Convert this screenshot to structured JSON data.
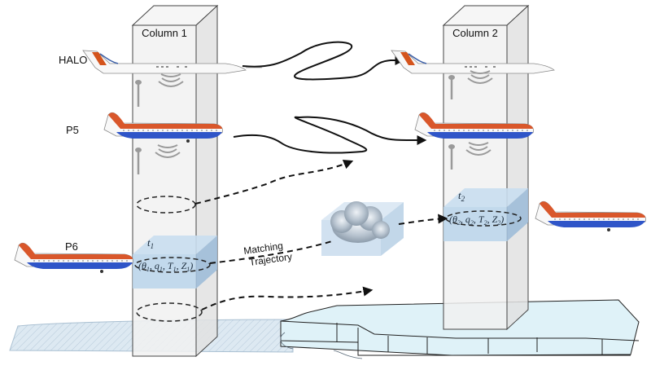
{
  "figure": {
    "columns": [
      {
        "label": "Column 1",
        "time_label": "t",
        "time_subscript": "1"
      },
      {
        "label": "Column 2",
        "time_label": "t",
        "time_subscript": "2"
      }
    ],
    "aircraft": [
      {
        "label": "HALO"
      },
      {
        "label": "P5"
      },
      {
        "label": "P6"
      }
    ],
    "state_vectors": [
      {
        "theta": "θ",
        "q": "q",
        "T": "T",
        "Z": "Z",
        "subscript": "1"
      },
      {
        "theta": "θ",
        "q": "q",
        "T": "T",
        "Z": "Z",
        "subscript": "2"
      }
    ],
    "trajectory_label_line1": "Matching",
    "trajectory_label_line2": "Trajectory",
    "colors": {
      "column_fill": "#f1f1f1",
      "column_side": "#e2e2e2",
      "box_blue": "#b9d3ea",
      "sea_ice": "#dff2f8",
      "water": "#dde9f2",
      "plane_red": "#d9572b",
      "plane_blue": "#2f55c8",
      "halo_stripe": "#d4541d"
    }
  }
}
